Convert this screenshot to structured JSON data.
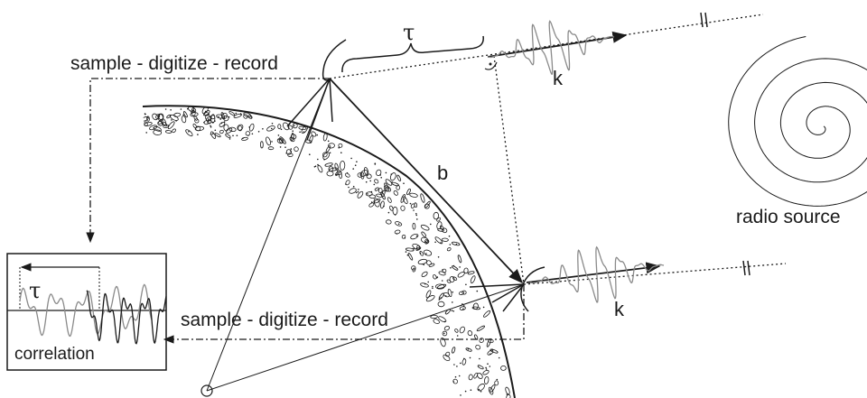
{
  "labels": {
    "record_top": "sample - digitize - record",
    "record_bottom": "sample - digitize - record",
    "tau_top": "τ",
    "tau_box": "τ",
    "baseline": "b",
    "wave_vector_top": "k",
    "wave_vector_bottom": "k",
    "source": "radio source",
    "correlation": "correlation"
  },
  "colors": {
    "ink": "#1a1a1a",
    "signal": "#8a8a8a"
  }
}
